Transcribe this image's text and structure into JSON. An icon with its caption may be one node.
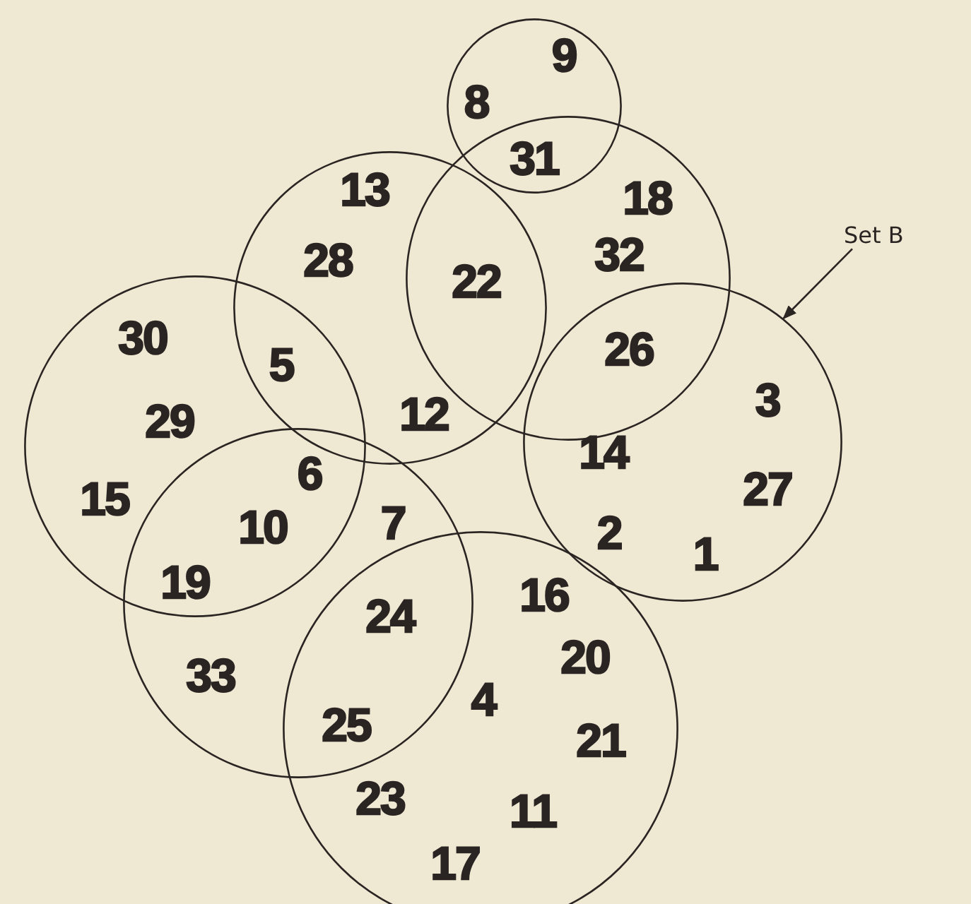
{
  "diagram": {
    "nodes": [
      {
        "text": [],
        "shape": "circle"
      },
      {
        "text": [],
        "shape": "circle"
      },
      {
        "text": [],
        "shape": "circle"
      },
      {
        "text": [
          "Set B"
        ]
      },
      {
        "text": [],
        "shape": "circle"
      },
      {
        "text": [],
        "shape": "circle"
      },
      {
        "text": [],
        "shape": "circle"
      },
      {
        "text": [],
        "shape": "circle"
      }
    ],
    "edges": [
      {
        "from": 3,
        "to": 4,
        "arrow": "to"
      }
    ],
    "labels": [
      "9",
      "8",
      "31",
      "13",
      "18",
      "28",
      "22",
      "32",
      "30",
      "26",
      "5",
      "3",
      "29",
      "12",
      "14",
      "6",
      "15",
      "10",
      "7",
      "27",
      "2",
      "1",
      "19",
      "16",
      "24",
      "20",
      "33",
      "4",
      "25",
      "21",
      "23",
      "11",
      "17"
    ]
  }
}
